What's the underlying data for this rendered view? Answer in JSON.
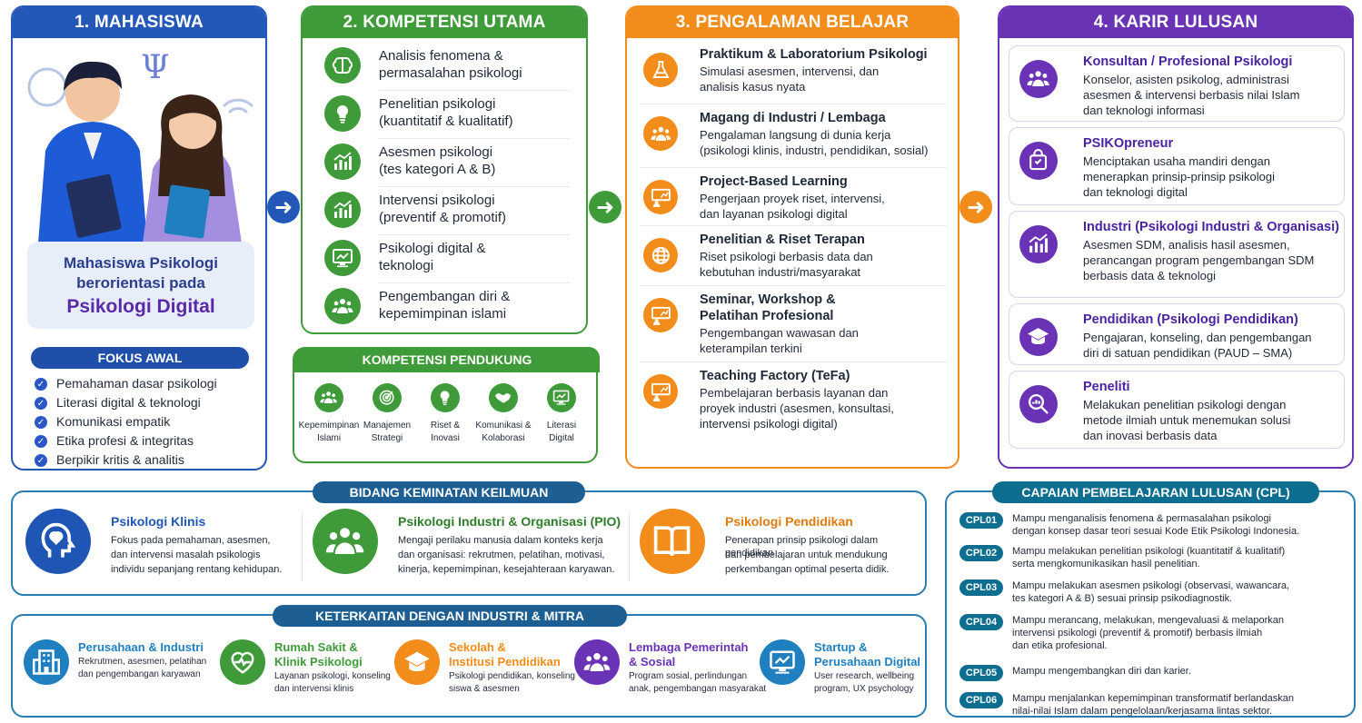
{
  "col1": {
    "header": "1. MAHASISWA",
    "card_line1": "Mahasiswa Psikologi",
    "card_line2": "berorientasi pada",
    "card_line3": "Psikologi Digital",
    "focus_title": "FOKUS AWAL",
    "focus_items": [
      "Pemahaman dasar psikologi",
      "Literasi digital & teknologi",
      "Komunikasi empatik",
      "Etika profesi & integritas",
      "Berpikir kritis & analitis"
    ]
  },
  "col2": {
    "header": "2. KOMPETENSI UTAMA",
    "items": [
      {
        "l1": "Analisis fenomena &",
        "l2": "permasalahan psikologi"
      },
      {
        "l1": "Penelitian psikologi",
        "l2": "(kuantitatif & kualitatif)"
      },
      {
        "l1": "Asesmen psikologi",
        "l2": "(tes kategori A & B)"
      },
      {
        "l1": "Intervensi psikologi",
        "l2": "(preventif & promotif)"
      },
      {
        "l1": "Psikologi digital &",
        "l2": "teknologi"
      },
      {
        "l1": "Pengembangan diri &",
        "l2": "kepemimpinan islami"
      }
    ],
    "support_title": "KOMPETENSI PENDUKUNG",
    "support": [
      {
        "l1": "Kepemimpinan",
        "l2": "Islami"
      },
      {
        "l1": "Manajemen",
        "l2": "Strategi"
      },
      {
        "l1": "Riset &",
        "l2": "Inovasi"
      },
      {
        "l1": "Komunikasi &",
        "l2": "Kolaborasi"
      },
      {
        "l1": "Literasi",
        "l2": "Digital"
      }
    ]
  },
  "col3": {
    "header": "3. PENGALAMAN BELAJAR",
    "items": [
      {
        "title": "Praktikum & Laboratorium Psikologi",
        "d1": "Simulasi asesmen, intervensi, dan",
        "d2": "analisis kasus nyata",
        "d3": ""
      },
      {
        "title": "Magang di Industri / Lembaga",
        "d1": "Pengalaman langsung di dunia kerja",
        "d2": "(psikologi klinis, industri, pendidikan, sosial)",
        "d3": ""
      },
      {
        "title": "Project-Based Learning",
        "d1": "Pengerjaan proyek riset, intervensi,",
        "d2": "dan layanan psikologi digital",
        "d3": ""
      },
      {
        "title": "Penelitian & Riset Terapan",
        "d1": "Riset psikologi berbasis data dan",
        "d2": "kebutuhan industri/masyarakat",
        "d3": ""
      },
      {
        "title": "Seminar, Workshop &",
        "title2": "Pelatihan Profesional",
        "d1": "Pengembangan wawasan dan",
        "d2": "keterampilan terkini",
        "d3": ""
      },
      {
        "title": "Teaching Factory (TeFa)",
        "d1": "Pembelajaran berbasis layanan dan",
        "d2": "proyek industri (asesmen, konsultasi,",
        "d3": "intervensi psikologi digital)"
      }
    ]
  },
  "col4": {
    "header": "4. KARIR LULUSAN",
    "items": [
      {
        "title": "Konsultan / Profesional Psikologi",
        "d1": "Konselor, asisten psikolog, administrasi",
        "d2": "asesmen & intervensi berbasis nilai Islam",
        "d3": "dan teknologi informasi"
      },
      {
        "title": "PSIKOpreneur",
        "d1": "Menciptakan usaha mandiri dengan",
        "d2": "menerapkan prinsip-prinsip psikologi",
        "d3": "dan teknologi digital"
      },
      {
        "title": "Industri (Psikologi Industri & Organisasi)",
        "d1": "Asesmen SDM, analisis hasil asesmen,",
        "d2": "perancangan program pengembangan SDM",
        "d3": "berbasis data & teknologi"
      },
      {
        "title": "Pendidikan (Psikologi Pendidikan)",
        "d1": "Pengajaran, konseling, dan pengembangan",
        "d2": "diri di satuan pendidikan (PAUD – SMA)",
        "d3": ""
      },
      {
        "title": "Peneliti",
        "d1": "Melakukan penelitian psikologi dengan",
        "d2": "metode ilmiah untuk menemukan solusi",
        "d3": "dan inovasi berbasis data"
      }
    ]
  },
  "bidang": {
    "title": "BIDANG KEMINATAN KEILMUAN",
    "items": [
      {
        "title": "Psikologi Klinis",
        "d1": "Fokus pada pemahaman, asesmen,",
        "d2": "dan intervensi masalah psikologis",
        "d3": "individu sepanjang rentang kehidupan."
      },
      {
        "title": "Psikologi Industri & Organisasi (PIO)",
        "d1": "Mengaji perilaku manusia dalam konteks kerja",
        "d2": "dan organisasi: rekrutmen, pelatihan, motivasi,",
        "d3": "kinerja, kepemimpinan, kesejahteraan karyawan."
      },
      {
        "title": "Psikologi Pendidikan",
        "d1": "Penerapan prinsip psikologi dalam pendidikan",
        "d2": "dan pembelajaran untuk mendukung",
        "d3": "perkembangan optimal peserta didik."
      }
    ]
  },
  "industri": {
    "title": "KETERKAITAN DENGAN INDUSTRI & MITRA",
    "items": [
      {
        "t1": "Perusahaan & Industri",
        "t2": "",
        "d1": "Rekrutmen, asesmen, pelatihan",
        "d2": "dan pengembangan karyawan"
      },
      {
        "t1": "Rumah Sakit &",
        "t2": "Klinik Psikologi",
        "d1": "Layanan psikologi, konseling",
        "d2": "dan intervensi klinis"
      },
      {
        "t1": "Sekolah &",
        "t2": "Institusi Pendidikan",
        "d1": "Psikologi pendidikan, konseling",
        "d2": "siswa & asesmen"
      },
      {
        "t1": "Lembaga Pemerintah",
        "t2": "& Sosial",
        "d1": "Program sosial, perlindungan",
        "d2": "anak, pengembangan masyarakat"
      },
      {
        "t1": "Startup &",
        "t2": "Perusahaan Digital",
        "d1": "User research, wellbeing",
        "d2": "program, UX psychology"
      }
    ]
  },
  "cpl": {
    "title": "CAPAIAN PEMBELAJARAN LULUSAN (CPL)",
    "items": [
      {
        "code": "CPL01",
        "d1": "Mampu menganalisis fenomena & permasalahan psikologi",
        "d2": "dengan konsep dasar teori sesuai Kode Etik Psikologi Indonesia.",
        "d3": ""
      },
      {
        "code": "CPL02",
        "d1": "Mampu melakukan penelitian psikologi (kuantitatif & kualitatif)",
        "d2": "serta mengkomunikasikan hasil penelitian.",
        "d3": ""
      },
      {
        "code": "CPL03",
        "d1": "Mampu melakukan asesmen psikologi (observasi, wawancara,",
        "d2": "tes kategori A & B) sesuai prinsip psikodiagnostik.",
        "d3": ""
      },
      {
        "code": "CPL04",
        "d1": "Mampu merancang, melakukan, mengevaluasi & melaporkan",
        "d2": "intervensi psikologi (preventif & promotif) berbasis ilmiah",
        "d3": "dan etika profesional."
      },
      {
        "code": "CPL05",
        "d1": "Mampu mengembangkan diri dan karier.",
        "d2": "",
        "d3": ""
      },
      {
        "code": "CPL06",
        "d1": "Mampu menjalankan kepemimpinan transformatif berlandaskan",
        "d2": "nilai-nilai Islam dalam pengelolaan/kerjasama lintas sektor.",
        "d3": ""
      }
    ]
  },
  "colors": {
    "blue": "#2458b8",
    "green": "#3f9b39",
    "orange": "#f28c1b",
    "purple": "#6a32b5",
    "teal": "#0d6e8f"
  },
  "icon_names": [
    "brain-icon",
    "psi-icon",
    "wifi-icon",
    "check-icon",
    "arrow-right-icon",
    "people-icon",
    "chart-icon",
    "bulb-icon",
    "monitor-icon",
    "flask-icon",
    "globe-icon",
    "presentation-icon",
    "bag-icon",
    "graduation-icon",
    "search-icon",
    "heart-head-icon",
    "book-icon",
    "building-icon",
    "heart-pulse-icon",
    "school-icon"
  ]
}
